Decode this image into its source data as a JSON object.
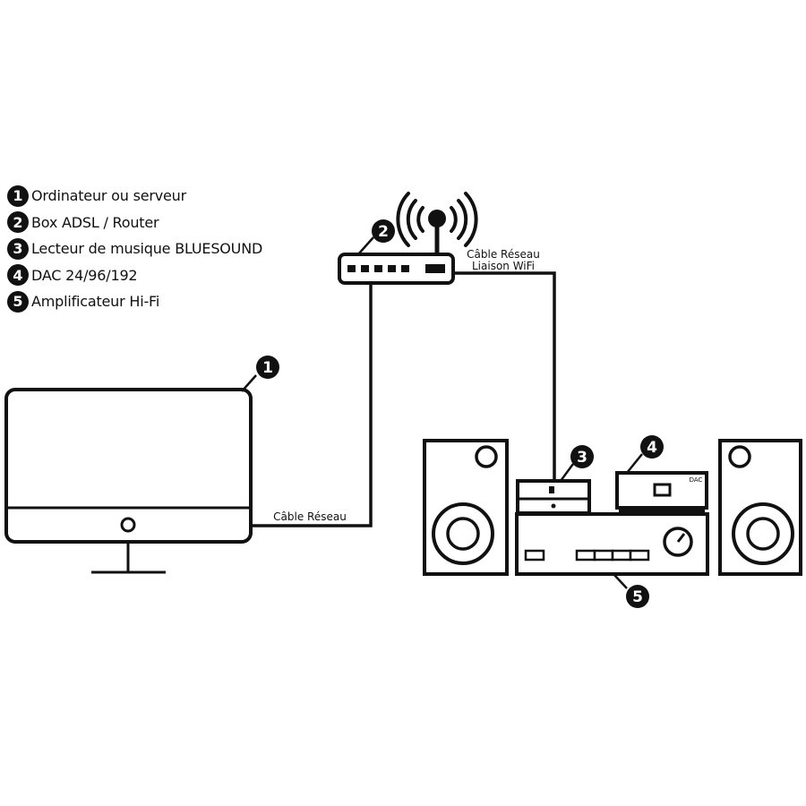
{
  "legend": [
    {
      "number": "1",
      "label": "Ordinateur ou serveur"
    },
    {
      "number": "2",
      "label": "Box ADSL / Router"
    },
    {
      "number": "3",
      "label": "Lecteur de musique BLUESOUND"
    },
    {
      "number": "4",
      "label": "DAC 24/96/192"
    },
    {
      "number": "5",
      "label": "Amplificateur Hi-Fi"
    }
  ],
  "connections": {
    "computer_to_router": "Câble Réseau",
    "router_to_player_line1": "Câble Réseau",
    "router_to_player_line2": "Liaison WiFi"
  },
  "device_labels": {
    "dac": "DAC"
  }
}
